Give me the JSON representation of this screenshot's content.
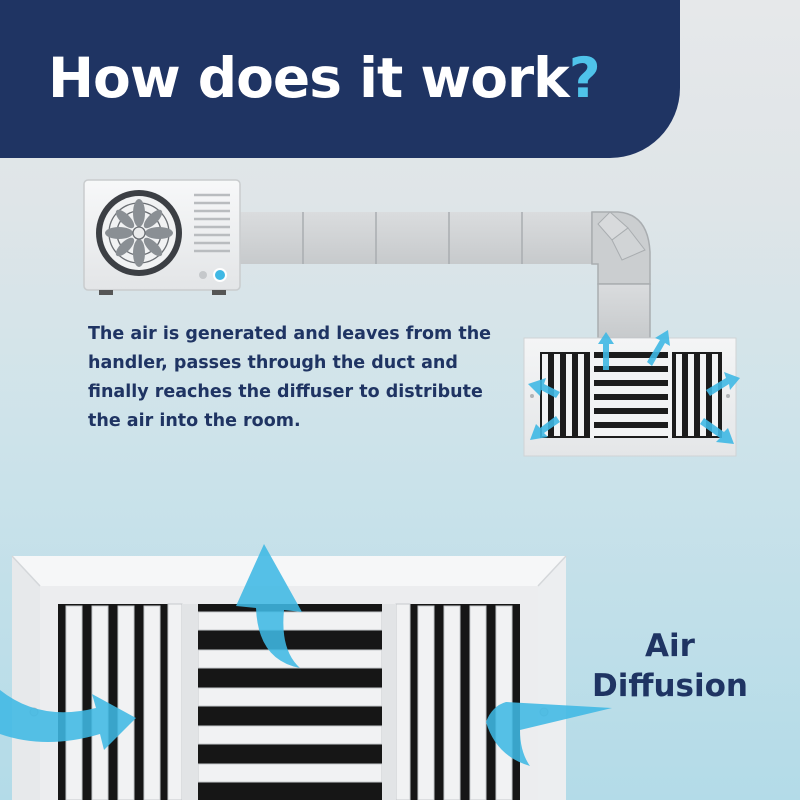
{
  "header": {
    "title": "How does it work",
    "title_mark": "?"
  },
  "description": "The air is generated and leaves from the handler, passes through the duct and finally reaches the diffuser to distribute the air into the room.",
  "label": {
    "line1": "Air",
    "line2": "Diffusion"
  },
  "colors": {
    "navy": "#1f3463",
    "accent_blue": "#4fc3ea",
    "arrow_blue": "#3fb8e4",
    "duct_gray": "#d3d5d7",
    "unit_white": "#f3f4f5"
  },
  "icons": {
    "outdoor_unit": "air-handler-unit-icon",
    "duct": "duct-icon",
    "small_diffuser": "diffuser-icon",
    "large_diffuser": "diffuser-closeup",
    "arrows": "airflow-arrow-icon"
  }
}
